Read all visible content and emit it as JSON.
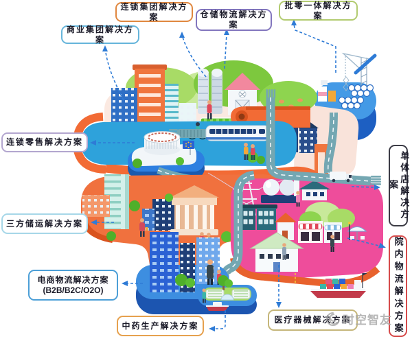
{
  "callouts": {
    "chain_group": {
      "text": "连锁集团解决方案",
      "border_color": "#E0873F"
    },
    "warehouse": {
      "text": "仓储物流解决方案",
      "border_color": "#8276BE"
    },
    "wholesale_retail": {
      "text": "批零一体解决方案",
      "border_color": "#B2CB70"
    },
    "commercial_group": {
      "text": "商业集团解决方案",
      "border_color": "#66B5DB"
    },
    "chain_retail": {
      "text": "连锁零售解决方案",
      "border_color": "#B3A6CF"
    },
    "third_party": {
      "text": "三方储运解决方案",
      "border_color": "#A6D7E8"
    },
    "ecommerce": {
      "text": "电商物流解决方案",
      "subtext": "(B2B/B2C/O2O)",
      "border_color": "#4C9FD7"
    },
    "tcm_production": {
      "text": "中药生产解决方案",
      "border_color": "#E6A14E"
    },
    "medical_device": {
      "text": "医疗器械解决方案",
      "border_color": "#C5B67A"
    },
    "single_store": {
      "text": "单体店解决方案",
      "border_color": "#3C3C46"
    },
    "hospital_logistics": {
      "text": "院内物流解决方案",
      "border_color": "#D64B4B"
    }
  },
  "watermark": {
    "text": "时空智友",
    "color": "#ABABAB"
  },
  "illustration": {
    "theme": "isometric pharma-logistics city map with islands",
    "arrow_color": "#2E7BD6",
    "palette": {
      "river": "#2EA2DB",
      "island_blue_top": "#3D8EE0",
      "island_blue_side": "#1C55B0",
      "island_orange": "#F0713E",
      "ribbon_orange": "#F26B35",
      "island_pink": "#EE4D9B",
      "farm_cream": "#FBE9E1",
      "road_teal": "#74A7B2",
      "hill_green": "#7DC83E"
    }
  }
}
